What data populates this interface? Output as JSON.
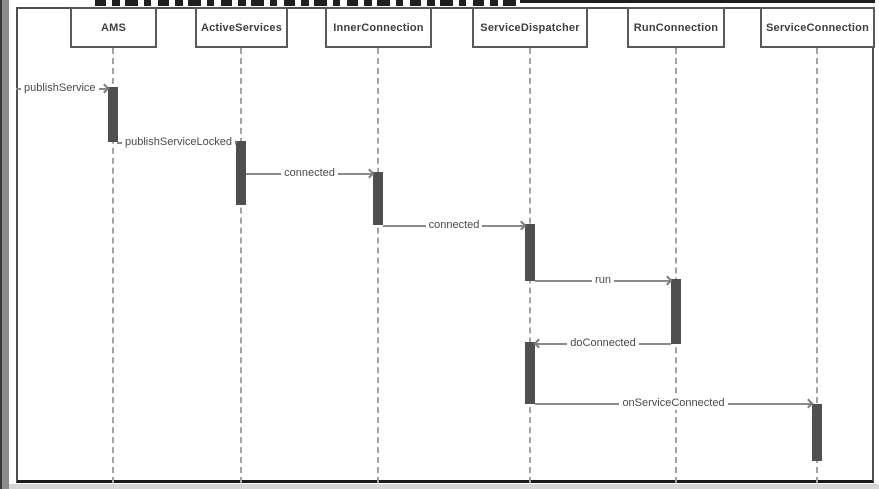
{
  "diagram": {
    "type": "uml-sequence",
    "participants": [
      {
        "name": "AMS"
      },
      {
        "name": "ActiveServices"
      },
      {
        "name": "InnerConnection"
      },
      {
        "name": "ServiceDispatcher"
      },
      {
        "name": "RunConnection"
      },
      {
        "name": "ServiceConnection"
      }
    ],
    "messages": [
      {
        "label": "publishService",
        "from": "frame-edge",
        "to": "AMS",
        "direction": "right"
      },
      {
        "label": "publishServiceLocked",
        "from": "AMS",
        "to": "ActiveServices",
        "direction": "right"
      },
      {
        "label": "connected",
        "from": "ActiveServices",
        "to": "InnerConnection",
        "direction": "right"
      },
      {
        "label": "connected",
        "from": "InnerConnection",
        "to": "ServiceDispatcher",
        "direction": "right"
      },
      {
        "label": "run",
        "from": "ServiceDispatcher",
        "to": "RunConnection",
        "direction": "right"
      },
      {
        "label": "doConnected",
        "from": "RunConnection",
        "to": "ServiceDispatcher",
        "direction": "left"
      },
      {
        "label": "onServiceConnected",
        "from": "ServiceDispatcher",
        "to": "ServiceConnection",
        "direction": "right"
      }
    ],
    "colors": {
      "lifeline": "#a3a3a3",
      "message_line": "#8a8a8a",
      "activation_fill": "#4f4f4f",
      "box_border": "#595959",
      "frame_border": "#4f4f4f",
      "text": "#3f3f3f",
      "window_edge": "#8c8c8c"
    }
  }
}
